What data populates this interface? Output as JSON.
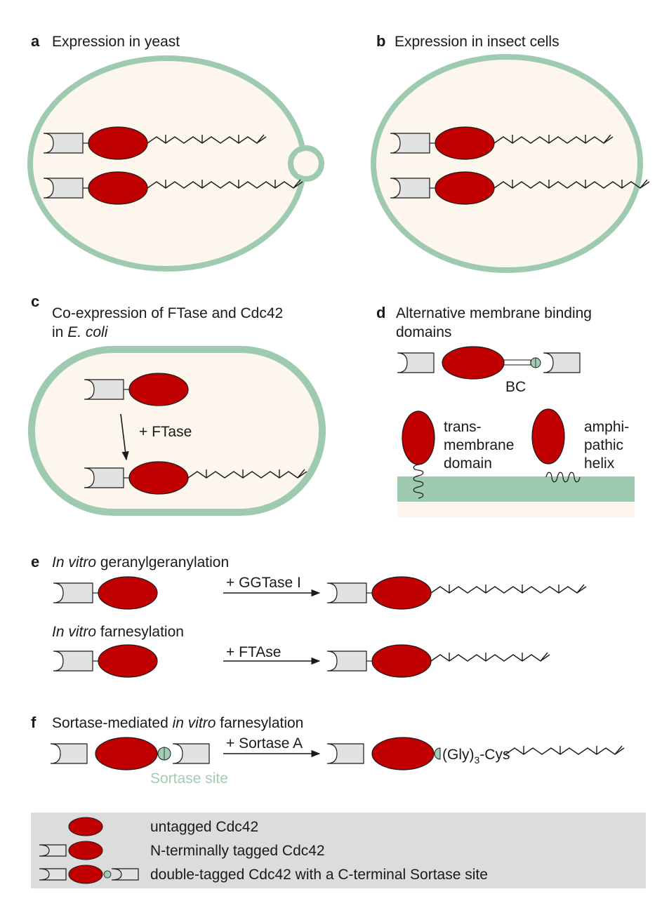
{
  "panels": {
    "a": {
      "letter": "a",
      "title": "Expression in yeast"
    },
    "b": {
      "letter": "b",
      "title": "Expression in insect cells"
    },
    "c": {
      "letter": "c",
      "title_line1": "Co-expression of FTase and Cdc42",
      "title_line2_prefix": "in ",
      "title_line2_italic": "E. coli",
      "arrow_label": "+ FTase"
    },
    "d": {
      "letter": "d",
      "title_line1": "Alternative membrane binding",
      "title_line2": "domains",
      "bc_label": "BC",
      "tm_label": [
        "trans-",
        "membrane",
        "domain"
      ],
      "ah_label": [
        "amphi-",
        "pathic",
        "helix"
      ]
    },
    "e": {
      "letter": "e",
      "row1_italic": "In vitro",
      "row1_rest": " geranylgeranylation",
      "row1_arrow": "+ GGTase I",
      "row2_italic": "In vitro",
      "row2_rest": " farnesylation",
      "row2_arrow": "+ FTAse"
    },
    "f": {
      "letter": "f",
      "title_prefix": "Sortase-mediated ",
      "title_italic": "in vitro",
      "title_suffix": " farnesylation",
      "arrow_label": "+ Sortase A",
      "sortase_site": "Sortase site",
      "linker_gly": "(Gly)",
      "linker_sub": "3",
      "linker_cys": "-Cys"
    }
  },
  "legend": {
    "items": [
      "untagged Cdc42",
      "N-terminally tagged Cdc42",
      "double-tagged Cdc42 with a C-terminal Sortase site"
    ]
  },
  "colors": {
    "protein": "#c00000",
    "membrane_green": "#9ecbb0",
    "cell_fill": "#fdf6ed",
    "tag_fill": "#e2e2e2",
    "legend_bg": "#dcdcdc"
  }
}
